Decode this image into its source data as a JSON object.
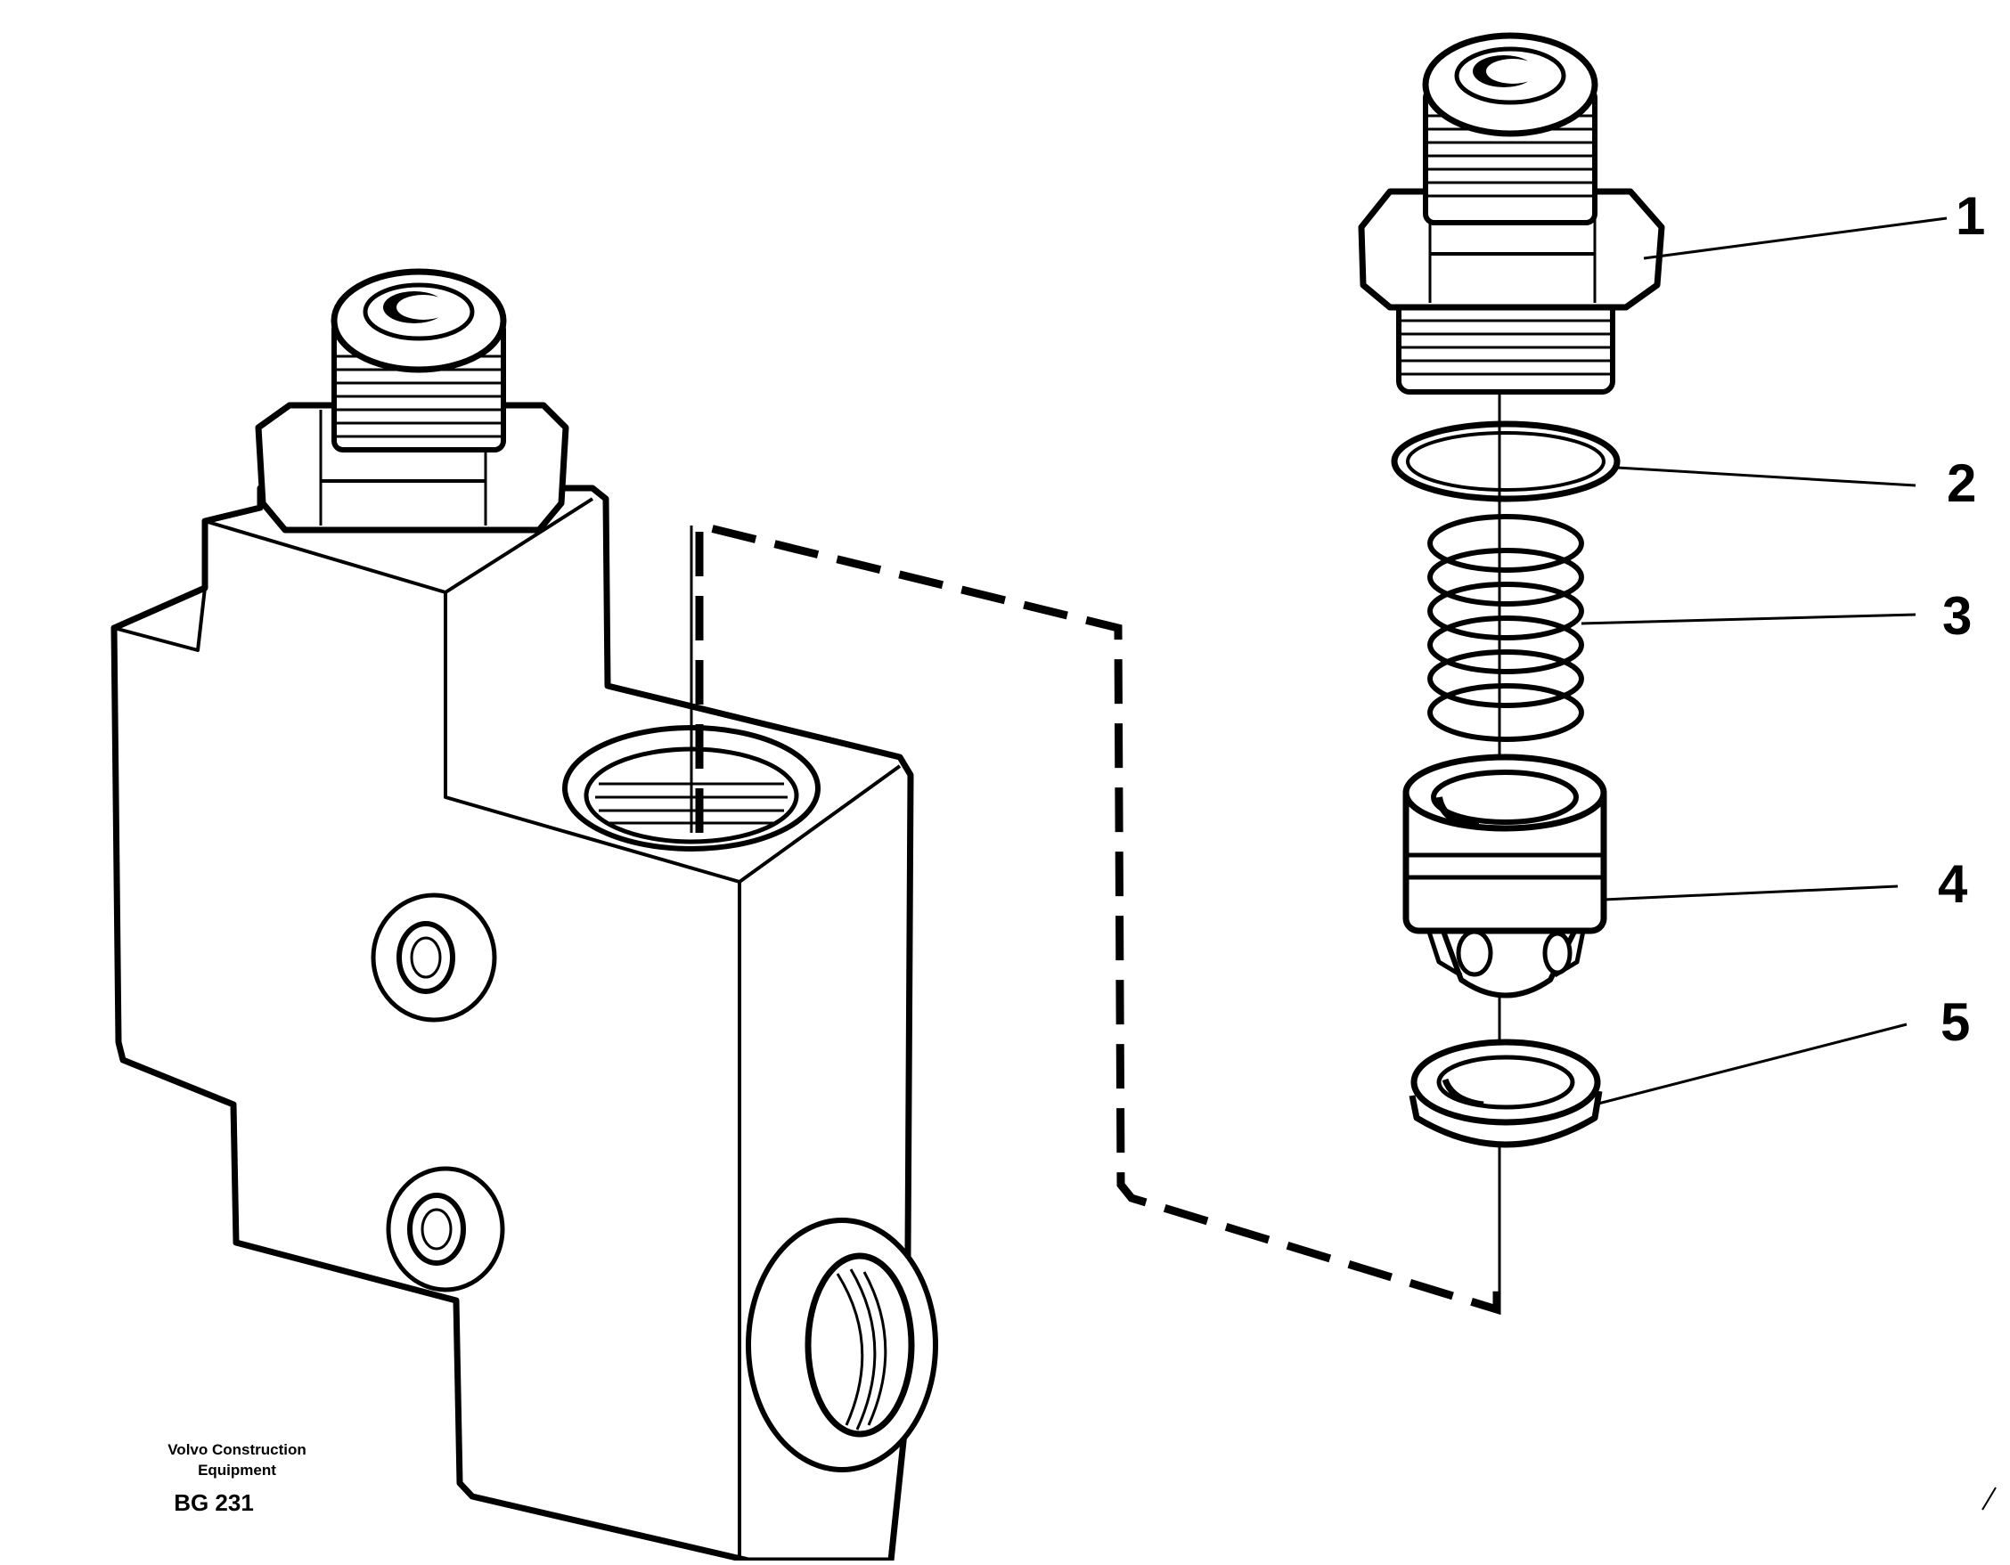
{
  "callouts": [
    {
      "number": "1",
      "part": "union"
    },
    {
      "number": "2",
      "part": "o-ring"
    },
    {
      "number": "3",
      "part": "spring"
    },
    {
      "number": "4",
      "part": "valve-piston"
    },
    {
      "number": "5",
      "part": "seat-ring"
    }
  ],
  "credit": {
    "line1": "Volvo Construction",
    "line2": "Equipment"
  },
  "figure_id": "BG 231"
}
